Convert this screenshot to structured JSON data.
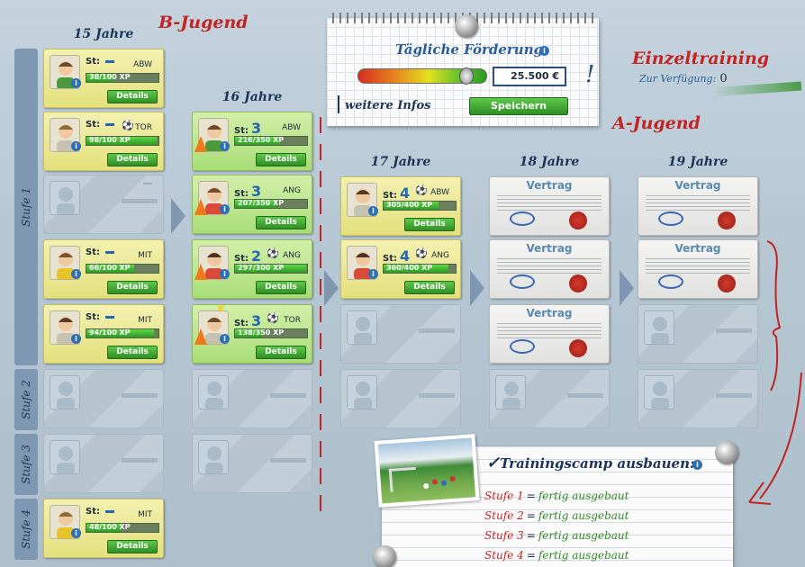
{
  "sections": {
    "b_jugend": "B-Jugend",
    "a_jugend": "A-Jugend",
    "einzeltraining": "Einzeltraining",
    "einzel_available_label": "Zur Verfügung:",
    "einzel_available_count": "0"
  },
  "columns": {
    "c15": "15 Jahre",
    "c16": "16 Jahre",
    "c17": "17 Jahre",
    "c18": "18 Jahre",
    "c19": "19 Jahre"
  },
  "tiers": {
    "t1": "Stufe 1",
    "t2": "Stufe 2",
    "t3": "Stufe 3",
    "t4": "Stufe 4"
  },
  "st_label": "St:",
  "details_label": "Details",
  "players": {
    "p15a": {
      "st": "",
      "pos": "ABW",
      "xp": "38/100 XP",
      "progress": 0.38
    },
    "p15b": {
      "st": "",
      "pos": "TOR",
      "xp": "98/100 XP",
      "progress": 0.98
    },
    "p15c": {
      "st": "",
      "pos": "MIT",
      "xp": "66/100 XP",
      "progress": 0.66
    },
    "p15d": {
      "st": "",
      "pos": "MIT",
      "xp": "94/100 XP",
      "progress": 0.94
    },
    "p15e": {
      "st": "",
      "pos": "MIT",
      "xp": "48/100 XP",
      "progress": 0.48
    },
    "p16a": {
      "st": "3",
      "pos": "ABW",
      "xp": "216/350 XP",
      "progress": 0.62
    },
    "p16b": {
      "st": "3",
      "pos": "ANG",
      "xp": "207/350 XP",
      "progress": 0.59
    },
    "p16c": {
      "st": "2",
      "pos": "ANG",
      "xp": "297/300 XP",
      "progress": 0.99
    },
    "p16d": {
      "st": "3",
      "pos": "TOR",
      "xp": "138/350 XP",
      "progress": 0.39
    },
    "p17a": {
      "st": "4",
      "pos": "ABW",
      "xp": "305/400 XP",
      "progress": 0.76
    },
    "p17b": {
      "st": "4",
      "pos": "ANG",
      "xp": "360/400 XP",
      "progress": 0.9
    }
  },
  "contract_label": "Vertrag",
  "funding": {
    "title": "Tägliche Förderung",
    "amount": "25.500 €",
    "level": 0.9,
    "more_info": "weitere Infos",
    "save_label": "Speichern"
  },
  "camp": {
    "title": "Trainingscamp ausbauen:",
    "rows": [
      {
        "level": "Stufe 1",
        "status": "fertig ausgebaut"
      },
      {
        "level": "Stufe 2",
        "status": "fertig ausgebaut"
      },
      {
        "level": "Stufe 3",
        "status": "fertig ausgebaut"
      },
      {
        "level": "Stufe 4",
        "status": "fertig ausgebaut"
      }
    ],
    "equals": "="
  },
  "colors": {
    "accent_red": "#c32422",
    "title_blue": "#1c3457",
    "button_green": "#2f8f24"
  }
}
